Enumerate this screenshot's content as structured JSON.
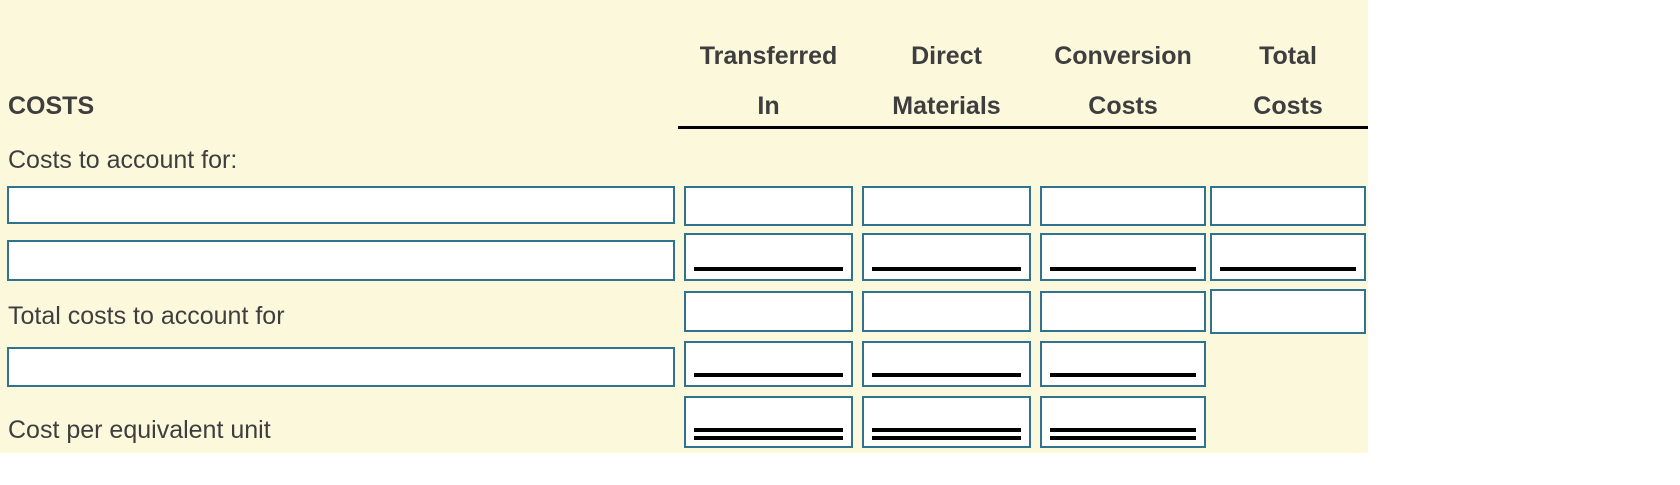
{
  "colors": {
    "panel_bg": "#FBF8DC",
    "box_border": "#2F7390",
    "text_color": "#3E3E3E",
    "rule_color": "#000000",
    "page_bg": "#FFFFFF"
  },
  "title": "COSTS",
  "columns": [
    {
      "line1": "Transferred",
      "line2": "In"
    },
    {
      "line1": "Direct",
      "line2": "Materials"
    },
    {
      "line1": "Conversion",
      "line2": "Costs"
    },
    {
      "line1": "Total",
      "line2": "Costs"
    }
  ],
  "labels": {
    "section": "Costs to account for:",
    "total_row": "Total costs to account for",
    "cost_per_unit_row": "Cost per equivalent unit"
  },
  "grid": {
    "rows": [
      {
        "row": 1,
        "kind": "cost-line",
        "description_input": {
          "value": "",
          "placeholder": ""
        },
        "cells": [
          {
            "column": "Transferred In",
            "value": "",
            "rule": "none"
          },
          {
            "column": "Direct Materials",
            "value": "",
            "rule": "none"
          },
          {
            "column": "Conversion Costs",
            "value": "",
            "rule": "none"
          },
          {
            "column": "Total Costs",
            "value": "",
            "rule": "none"
          }
        ]
      },
      {
        "row": 2,
        "kind": "cost-line",
        "description_input": {
          "value": "",
          "placeholder": ""
        },
        "cells": [
          {
            "column": "Transferred In",
            "value": "",
            "rule": "single"
          },
          {
            "column": "Direct Materials",
            "value": "",
            "rule": "single"
          },
          {
            "column": "Conversion Costs",
            "value": "",
            "rule": "single"
          },
          {
            "column": "Total Costs",
            "value": "",
            "rule": "single"
          }
        ]
      },
      {
        "row": 3,
        "kind": "total-line",
        "label": "Total costs to account for",
        "cells": [
          {
            "column": "Transferred In",
            "value": "",
            "rule": "none"
          },
          {
            "column": "Direct Materials",
            "value": "",
            "rule": "none"
          },
          {
            "column": "Conversion Costs",
            "value": "",
            "rule": "none"
          },
          {
            "column": "Total Costs",
            "value": "",
            "rule": "none"
          }
        ]
      },
      {
        "row": 4,
        "kind": "divisor-line",
        "description_input": {
          "value": "",
          "placeholder": ""
        },
        "cells": [
          {
            "column": "Transferred In",
            "value": "",
            "rule": "single"
          },
          {
            "column": "Direct Materials",
            "value": "",
            "rule": "single"
          },
          {
            "column": "Conversion Costs",
            "value": "",
            "rule": "single"
          }
        ]
      },
      {
        "row": 5,
        "kind": "result-line",
        "label": "Cost per equivalent unit",
        "cells": [
          {
            "column": "Transferred In",
            "value": "",
            "rule": "double"
          },
          {
            "column": "Direct Materials",
            "value": "",
            "rule": "double"
          },
          {
            "column": "Conversion Costs",
            "value": "",
            "rule": "double"
          }
        ]
      }
    ]
  }
}
